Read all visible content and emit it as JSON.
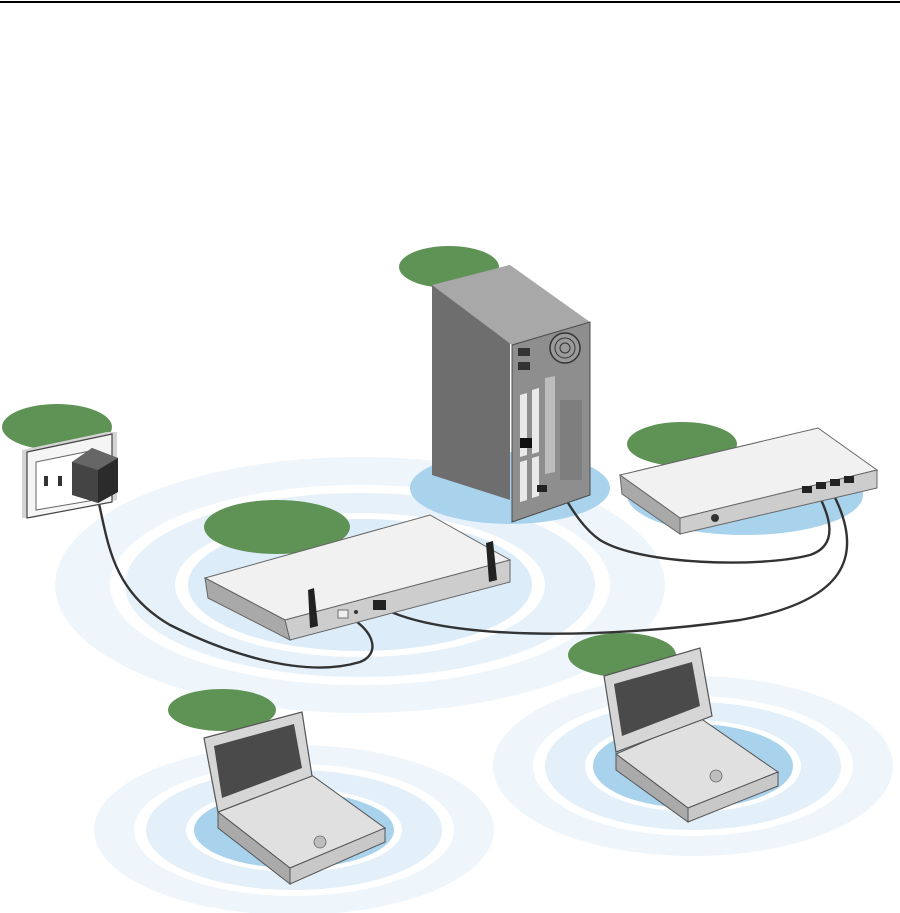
{
  "diagram": {
    "components": [
      {
        "id": "power-outlet",
        "icon": "wall-socket-with-adapter-icon"
      },
      {
        "id": "wireless-router",
        "icon": "wireless-router-icon"
      },
      {
        "id": "desktop-computer",
        "icon": "tower-pc-icon"
      },
      {
        "id": "modem",
        "icon": "network-modem-icon"
      },
      {
        "id": "laptop-left",
        "icon": "laptop-icon"
      },
      {
        "id": "laptop-right",
        "icon": "laptop-icon"
      }
    ],
    "connections": [
      {
        "from": "power-outlet",
        "to": "wireless-router"
      },
      {
        "from": "wireless-router",
        "to": "modem"
      },
      {
        "from": "desktop-computer",
        "to": "modem"
      }
    ],
    "label_badges": [
      "power-outlet",
      "desktop-computer",
      "modem",
      "wireless-router",
      "laptop-left",
      "laptop-right"
    ],
    "colors": {
      "badge": "#5e9355",
      "device_top": "#f1f1f1",
      "device_front": "#cdcdcd",
      "device_side": "#a9a9a9",
      "tower_front": "#8a8a8a",
      "tower_side": "#6e6e6e",
      "signal": "#e9f3fb",
      "signal_core": "#a9d3ec",
      "cable": "#333333",
      "header_rule": "#000000"
    }
  }
}
